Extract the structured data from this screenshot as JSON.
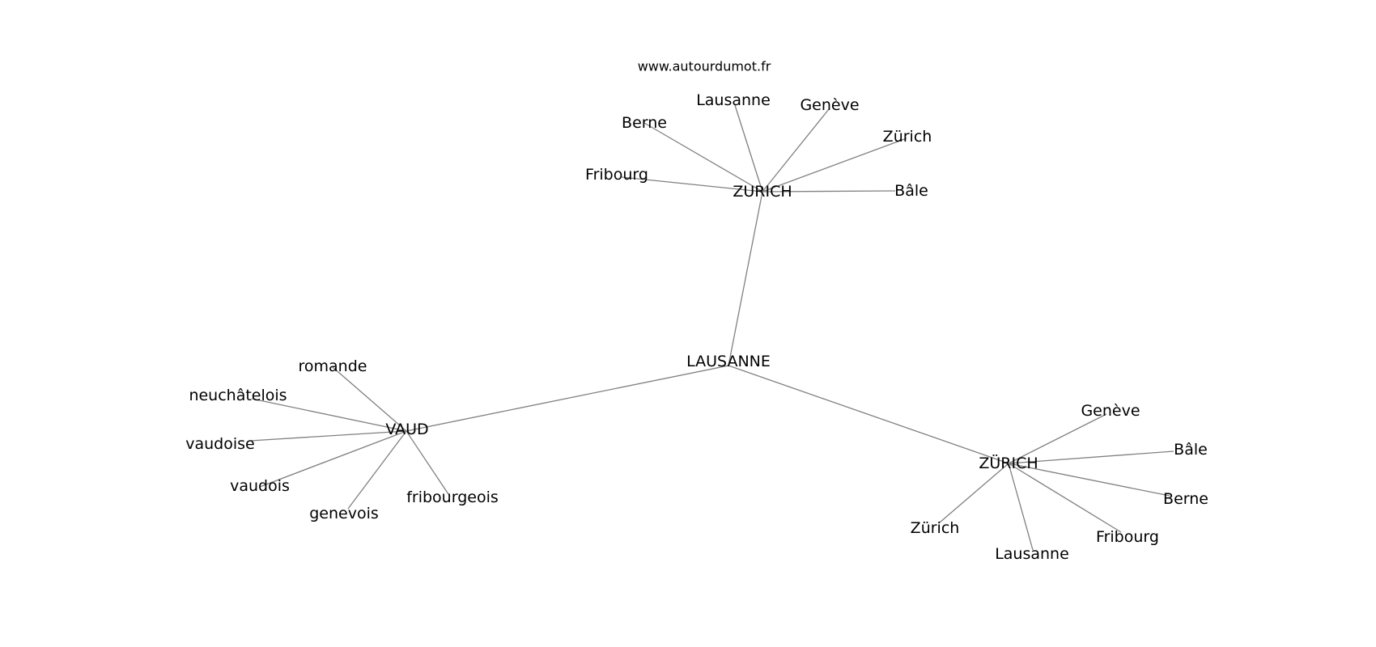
{
  "watermark": "www.autourdumot.fr",
  "graph": {
    "nodes": [
      {
        "id": "lausanne",
        "label": "LAUSANNE"
      },
      {
        "id": "zurich",
        "label": "ZURICH"
      },
      {
        "id": "vaud",
        "label": "VAUD"
      },
      {
        "id": "zurich2",
        "label": "ZÜRICH"
      },
      {
        "id": "z-lausanne",
        "label": "Lausanne"
      },
      {
        "id": "z-geneve",
        "label": "Genève"
      },
      {
        "id": "z-berne",
        "label": "Berne"
      },
      {
        "id": "z-zurich",
        "label": "Zürich"
      },
      {
        "id": "z-fribourg",
        "label": "Fribourg"
      },
      {
        "id": "z-bale",
        "label": "Bâle"
      },
      {
        "id": "v-romande",
        "label": "romande"
      },
      {
        "id": "v-neuchatelois",
        "label": "neuchâtelois"
      },
      {
        "id": "v-vaudoise",
        "label": "vaudoise"
      },
      {
        "id": "v-vaudois",
        "label": "vaudois"
      },
      {
        "id": "v-genevois",
        "label": "genevois"
      },
      {
        "id": "v-fribourgeois",
        "label": "fribourgeois"
      },
      {
        "id": "u-geneve",
        "label": "Genève"
      },
      {
        "id": "u-bale",
        "label": "Bâle"
      },
      {
        "id": "u-berne",
        "label": "Berne"
      },
      {
        "id": "u-fribourg",
        "label": "Fribourg"
      },
      {
        "id": "u-zurich",
        "label": "Zürich"
      },
      {
        "id": "u-lausanne",
        "label": "Lausanne"
      }
    ],
    "edges": [
      [
        "lausanne",
        "zurich"
      ],
      [
        "lausanne",
        "vaud"
      ],
      [
        "lausanne",
        "zurich2"
      ],
      [
        "zurich",
        "z-lausanne"
      ],
      [
        "zurich",
        "z-geneve"
      ],
      [
        "zurich",
        "z-berne"
      ],
      [
        "zurich",
        "z-zurich"
      ],
      [
        "zurich",
        "z-fribourg"
      ],
      [
        "zurich",
        "z-bale"
      ],
      [
        "vaud",
        "v-romande"
      ],
      [
        "vaud",
        "v-neuchatelois"
      ],
      [
        "vaud",
        "v-vaudoise"
      ],
      [
        "vaud",
        "v-vaudois"
      ],
      [
        "vaud",
        "v-genevois"
      ],
      [
        "vaud",
        "v-fribourgeois"
      ],
      [
        "zurich2",
        "u-geneve"
      ],
      [
        "zurich2",
        "u-bale"
      ],
      [
        "zurich2",
        "u-berne"
      ],
      [
        "zurich2",
        "u-fribourg"
      ],
      [
        "zurich2",
        "u-zurich"
      ],
      [
        "zurich2",
        "u-lausanne"
      ]
    ]
  }
}
